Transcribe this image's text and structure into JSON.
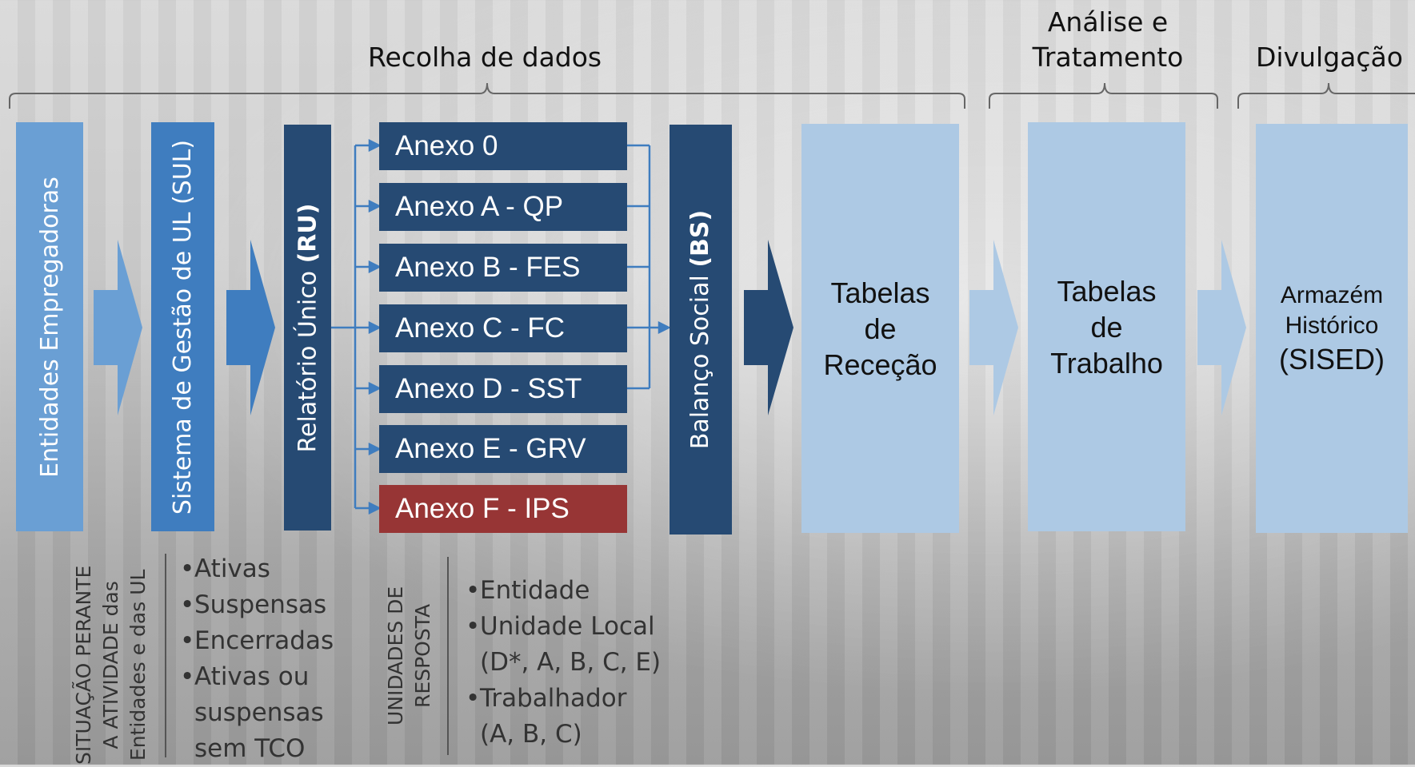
{
  "phases": {
    "recolha": "Recolha de dados",
    "analise": "Análise e\nTratamento",
    "divulgacao": "Divulgação"
  },
  "columns": {
    "entidades": "Entidades Empregadoras",
    "sul": "Sistema de Gestão de UL (SUL)",
    "ru_prefix": "Relatório Único ",
    "ru_bold": "(RU)",
    "bs_prefix": "Balanço Social ",
    "bs_bold": "(BS)",
    "rececao": "Tabelas\nde\nReceção",
    "trabalho": "Tabelas\nde\nTrabalho",
    "armazem_1": "Armazém\nHistórico",
    "armazem_2": "(SISED)"
  },
  "anexos": [
    "Anexo 0",
    "Anexo A - QP",
    "Anexo B - FES",
    "Anexo C - FC",
    "Anexo D - SST",
    "Anexo E - GRV",
    "Anexo F - IPS"
  ],
  "situacao": {
    "title": "SITUAÇÃO PERANTE\nA ATIVIDADE das\nEntidades e das UL",
    "items": [
      "Ativas",
      "Suspensas",
      "Encerradas",
      "Ativas ou\nsuspensas\nsem TCO"
    ]
  },
  "unidades": {
    "title": "UNIDADES DE\nRESPOSTA",
    "items": [
      "Entidade",
      "Unidade Local\n(D*, A, B, C, E)",
      "Trabalhador\n(A, B, C)"
    ]
  },
  "colors": {
    "dark_blue": "#264a73",
    "mid_blue": "#3f7dbf",
    "light_blue": "#6a9fd4",
    "pale_blue": "#adc9e4",
    "red": "#973535"
  }
}
